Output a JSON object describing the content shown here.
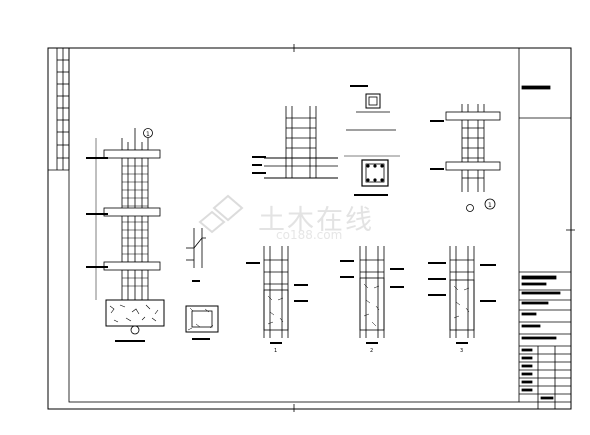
{
  "watermark": {
    "brand": "土木在线",
    "url": "co188.com"
  },
  "details": {
    "pin_marker_left": "1",
    "pin_marker_right": "1",
    "section_a": "1",
    "section_b": "2",
    "section_c": "3"
  }
}
